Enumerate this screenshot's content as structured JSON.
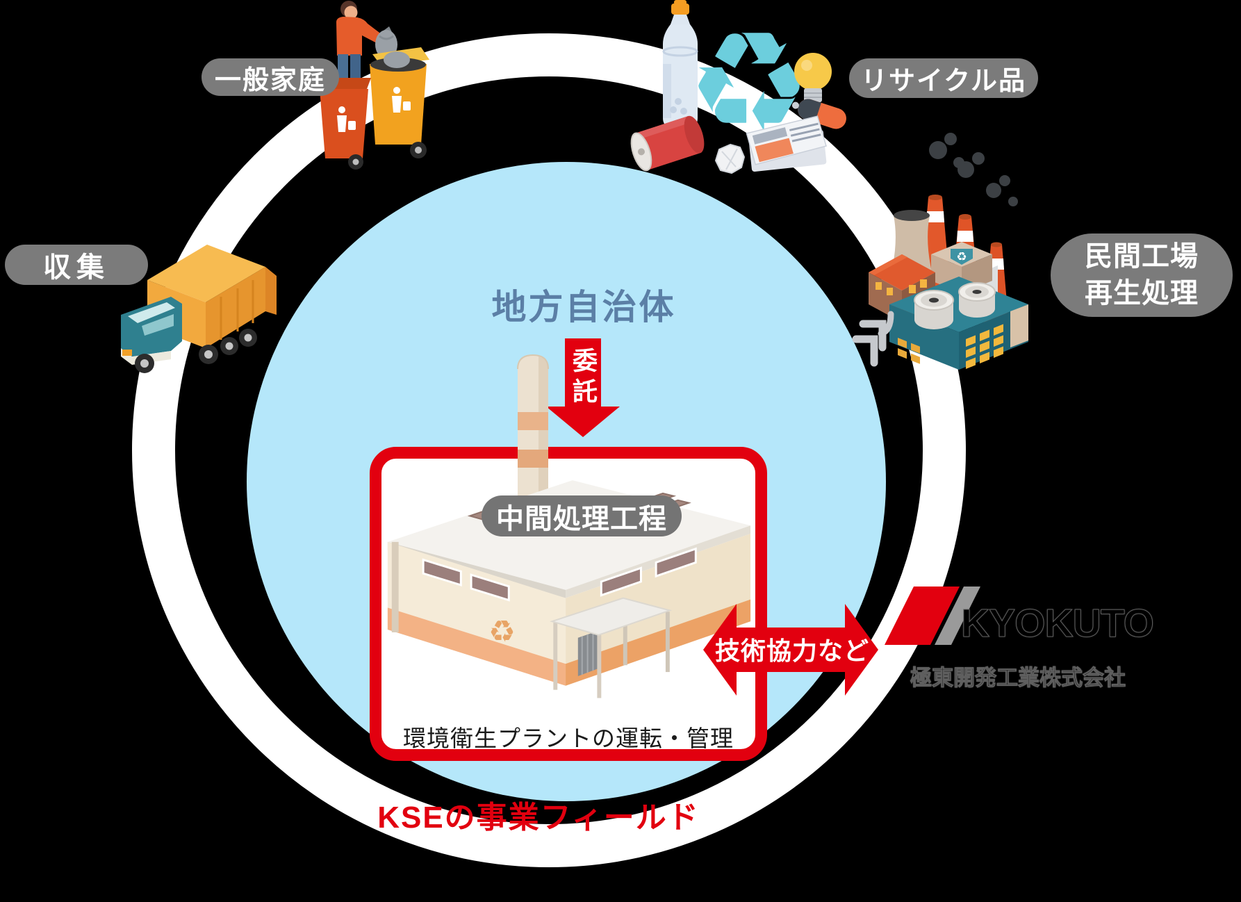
{
  "colors": {
    "background": "#000000",
    "ring": "#ffffff",
    "inner_circle": "#b5e7fa",
    "accent_red": "#e2000f",
    "pill_gray": "#7b7b7b",
    "title_blue": "#5b7fa6",
    "logo_gray": "#9a9a9a"
  },
  "icons": {
    "recycle": "♻"
  },
  "nodes": {
    "household": {
      "label": "一般家庭"
    },
    "collection": {
      "label": "収集"
    },
    "recycling": {
      "label": "リサイクル品"
    },
    "private_factory": {
      "line1": "民間工場",
      "line2": "再生処理"
    }
  },
  "center": {
    "government": "地方自治体",
    "consignment": "委託",
    "process_label": "中間処理工程",
    "plant_caption": "環境衛生プラントの運転・管理",
    "field_label": "KSEの事業フィールド"
  },
  "partner": {
    "cooperation_label": "技術協力など",
    "logo_text": "KYOKUTO",
    "company_name": "極東開発工業株式会社"
  }
}
